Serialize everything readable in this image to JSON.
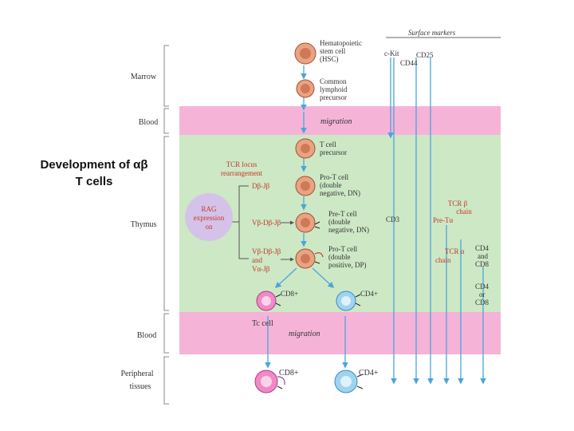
{
  "slide": {
    "title_line1": "Development of αβ",
    "title_line2": "T cells"
  },
  "surface_markers_header": "Surface markers",
  "regions": [
    {
      "label": "Marrow",
      "band": "white"
    },
    {
      "label": "Blood",
      "band": "pink"
    },
    {
      "label": "Thymus",
      "band": "green"
    },
    {
      "label": "Blood",
      "band": "pink"
    },
    {
      "label_line1": "Peripheral",
      "label_line2": "tissues",
      "band": "white"
    }
  ],
  "migration_label": "migration",
  "cells": {
    "hsc": [
      "Hematopoietic",
      "stem cell",
      "(HSC)"
    ],
    "clp": [
      "Common",
      "lymphoid",
      "precursor"
    ],
    "tcp": [
      "T cell",
      "precursor"
    ],
    "pro_t_dn": [
      "Pro-T cell",
      "(double",
      "negative, DN)"
    ],
    "pre_t_dn": [
      "Pre-T cell",
      "(double",
      "negative, DN)"
    ],
    "pro_t_dp": [
      "Pro-T cell",
      "(double",
      "positive, DP)"
    ],
    "cd8_thymus": "CD8+",
    "cd4_thymus": "CD4+",
    "tc_cell": "Tc cell",
    "cd8_periph": "CD8+",
    "cd4_periph": "CD4+"
  },
  "tcr": {
    "title": [
      "TCR locus",
      "rearrangement"
    ],
    "step1": "Dβ-Jβ",
    "step2": "Vβ-Dβ-Jβ",
    "step3": [
      "Vβ-Dβ-Jβ",
      "and",
      "Vα-Jβ"
    ]
  },
  "rag": [
    "RAG",
    "expression",
    "on"
  ],
  "markers": {
    "ckit": "c-Kit",
    "cd25": "CD25",
    "cd44": "CD44",
    "cd3": "CD3",
    "pre_ta": "Pre-Tα",
    "tcr_b": [
      "TCR β",
      "chain"
    ],
    "tcr_a": [
      "TCR α",
      "chain"
    ],
    "cd4_cd8": [
      "CD4",
      "and",
      "CD8"
    ],
    "cd4_or_cd8": [
      "CD4",
      "or",
      "CD8"
    ]
  },
  "colors": {
    "pink_band": "#f6b3d8",
    "green_band": "#cde8c5",
    "cell_orange": "#e9a384",
    "cell_pink": "#f08ac7",
    "cell_blue": "#9fd3ef",
    "arrow_blue": "#4aa6d8",
    "rag_purple": "#d5c2e8",
    "red_text": "#c0392b"
  }
}
